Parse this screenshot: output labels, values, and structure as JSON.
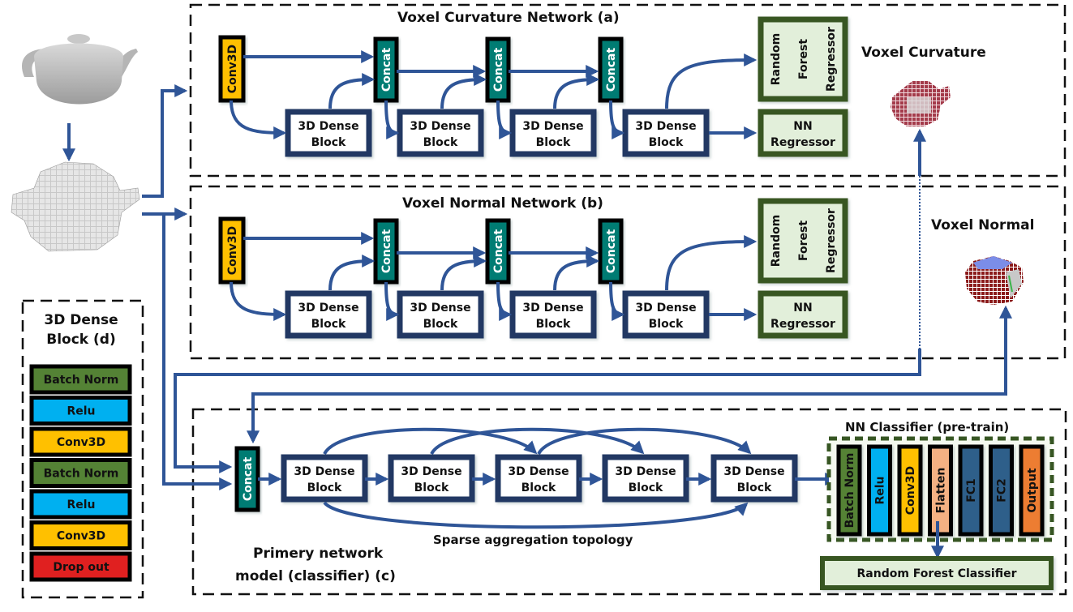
{
  "diagram": {
    "sections": {
      "curvature": {
        "title": "Voxel Curvature Network  (a)"
      },
      "normal": {
        "title": "Voxel Normal Network  (b)"
      },
      "primary": {
        "title_line1": "Primery network",
        "title_line2": "model (classifier) (c)",
        "topology_label": "Sparse aggregation topology"
      },
      "legend": {
        "title_line1": "3D Dense",
        "title_line2": "Block (d)",
        "layers": [
          {
            "label": "Batch Norm",
            "color": "#548235"
          },
          {
            "label": "Relu",
            "color": "#00b0f0"
          },
          {
            "label": "Conv3D",
            "color": "#ffc000"
          },
          {
            "label": "Batch Norm",
            "color": "#548235"
          },
          {
            "label": "Relu",
            "color": "#00b0f0"
          },
          {
            "label": "Conv3D",
            "color": "#ffc000"
          },
          {
            "label": "Drop out",
            "color": "#e02020"
          }
        ]
      },
      "classifier": {
        "title": "NN Classifier (pre-train)",
        "layers": [
          {
            "label": "Batch Norm",
            "color": "#548235"
          },
          {
            "label": "Relu",
            "color": "#00b0f0"
          },
          {
            "label": "Conv3D",
            "color": "#ffc000"
          },
          {
            "label": "Flatten",
            "color": "#f4b183"
          },
          {
            "label": "FC1",
            "color": "#2e5f8a"
          },
          {
            "label": "FC2",
            "color": "#2e5f8a"
          },
          {
            "label": "Output",
            "color": "#ed7d31"
          }
        ],
        "rf_classifier": "Random Forest Classifier"
      }
    },
    "blocks": {
      "conv3d": "Conv3D",
      "concat": "Concat",
      "dense_line1": "3D Dense",
      "dense_line2": "Block",
      "rf_regressor_lines": [
        "Random",
        "Forest",
        "Regressor"
      ],
      "nn_regressor_line1": "NN",
      "nn_regressor_line2": "Regressor"
    },
    "outputs": {
      "curvature_label": "Voxel Curvature",
      "normal_label": "Voxel Normal"
    },
    "colors": {
      "arrow": "#2f5597",
      "dense_border": "#203864",
      "conv3d": "#ffc000",
      "concat": "#007b73",
      "regressor_fill": "#e2efda",
      "regressor_border": "#375623"
    }
  }
}
